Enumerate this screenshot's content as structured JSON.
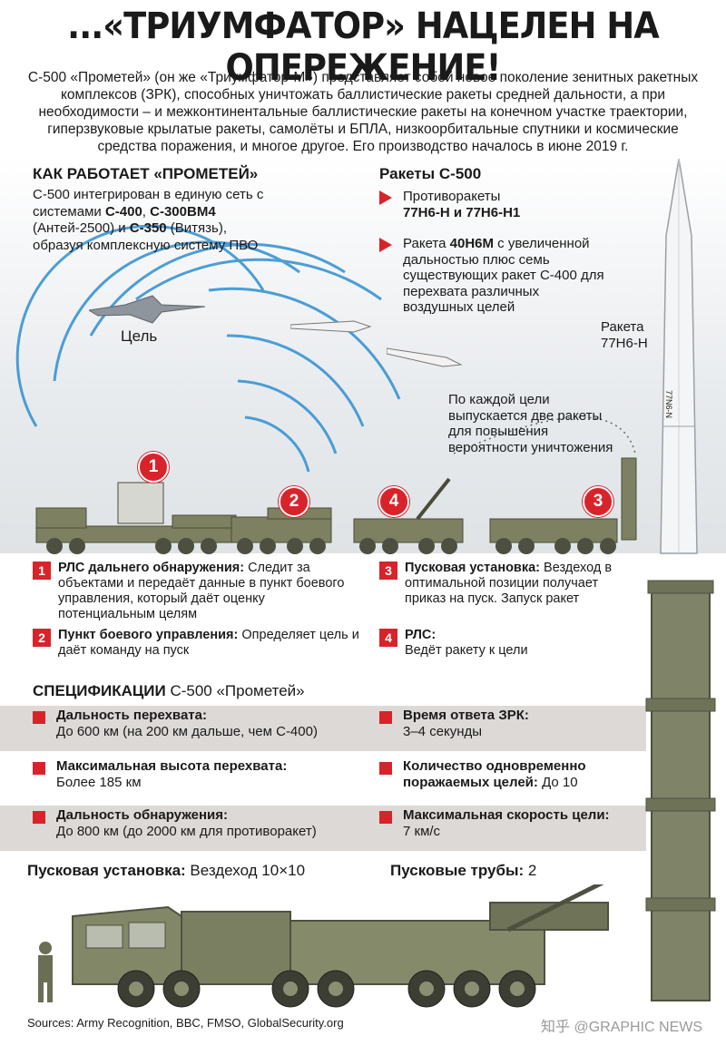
{
  "title": "...«ТРИУМФАТОР» НАЦЕЛЕН НА ОПЕРЕЖЕНИЕ!",
  "intro": "С-500 «Прометей» (он же «Триумфатор-М») представляет собой новое поколение зенитных ракетных комплексов (ЗРК), способных уничтожать баллистические ракеты средней дальности, а при необходимости – и межконтинентальные баллистические ракеты на конечном участке траектории, гиперзвуковые крылатые ракеты, самолёты и БПЛА, низкоорбитальные спутники и космические средства поражения, и многое другое. Его производство началось в июне 2019 г.",
  "how": {
    "heading": "КАК РАБОТАЕТ «ПРОМЕТЕЙ»",
    "t1": "С-500 интегрирован в единую сеть с системами ",
    "b1": "С-400",
    "t2": ", ",
    "b2": "С-300ВМ4",
    "t3": " (Антей-2500) и ",
    "b3": "С-350",
    "t4": " (Витязь), образуя комплексную систему ПВО"
  },
  "rockets": {
    "heading": "Ракеты С-500",
    "i1_text": "Противоракеты",
    "i1_bold": "77Н6-Н и 77Н6-Н1",
    "i2_pre": "Ракета ",
    "i2_bold": "40Н6М",
    "i2_post": " с увеличенной дальностью плюс семь существующих ракет С-400 для перехвата различных воздушных целей"
  },
  "scene": {
    "target_label": "Цель",
    "missile_label": "Ракета 77Н6-Н",
    "missile_marking": "77N6-N",
    "each_target_note": "По каждой цели выпускается две ракеты для повышения вероятности уничтожения",
    "circle_labels": [
      "1",
      "2",
      "4",
      "3"
    ]
  },
  "steps": [
    {
      "num": "1",
      "bold": "РЛС дальнего обнаружения:",
      "text": " Следит за объектами и передаёт данные в пункт боевого управления, который даёт оценку потенциальным целям"
    },
    {
      "num": "2",
      "bold": "Пункт боевого управления:",
      "text": " Определяет цель и даёт команду на пуск"
    },
    {
      "num": "3",
      "bold": "Пусковая установка:",
      "text": " Вездеход в оптимальной позиции получает приказ на пуск. Запуск ракет"
    },
    {
      "num": "4",
      "bold": "РЛС:",
      "text": "Ведёт ракету к цели"
    }
  ],
  "specs": {
    "heading_bold": "СПЕЦИФИКАЦИИ",
    "heading_rest": " С-500 «Прометей»",
    "items": [
      {
        "label": "Дальность перехвата:",
        "value": "До 600 км (на 200 км дальше, чем С-400)"
      },
      {
        "label": "Время ответа ЗРК:",
        "value": "3–4 секунды"
      },
      {
        "label": "Максимальная высота перехвата:",
        "value": "Более 185 км"
      },
      {
        "label": "Количество одновременно поражаемых целей:",
        "value": " До 10"
      },
      {
        "label": "Дальность обнаружения:",
        "value": "До 800 км (до 2000 км для противоракет)"
      },
      {
        "label": "Максимальная скорость цели:",
        "value": "7 км/с"
      }
    ]
  },
  "launcher": {
    "label": "Пусковая установка:",
    "value": " Вездеход 10×10",
    "tubes_label": "Пусковые трубы:",
    "tubes_value": " 2"
  },
  "sources": "Sources: Army Recognition, BBC, FMSO, GlobalSecurity.org",
  "watermark": "知乎 @GRAPHIC NEWS"
}
